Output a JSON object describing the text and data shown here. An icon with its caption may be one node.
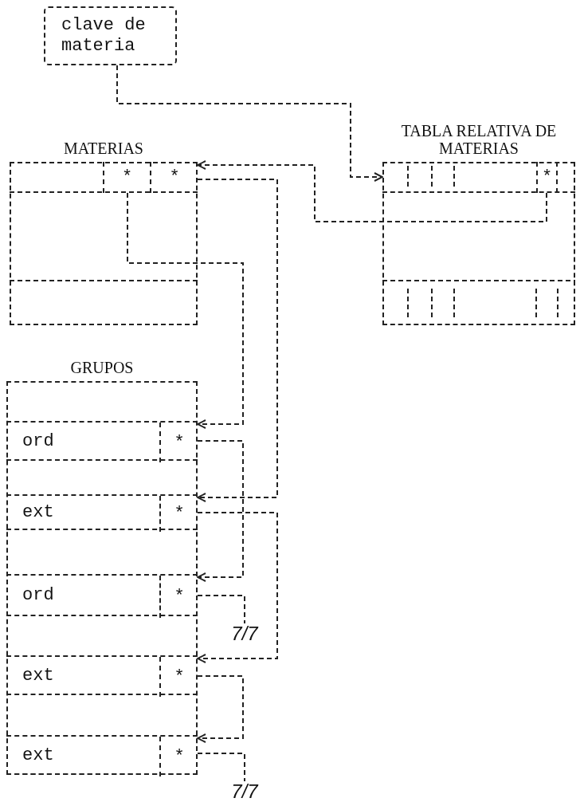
{
  "diagram": {
    "nodes": [
      {
        "text": [
          "clave de materia"
        ]
      },
      {
        "text": [
          "MATERIAS"
        ]
      },
      {
        "text": [],
        "shape": "box",
        "in": 1
      },
      {
        "text": [
          "*"
        ],
        "in": 2
      },
      {
        "text": [
          "*"
        ],
        "in": 2
      },
      {
        "text": [
          "TABLA RELATIVA DE MATERIAS"
        ]
      },
      {
        "text": [],
        "shape": "box",
        "in": 5
      },
      {
        "text": [
          "*"
        ],
        "in": 6
      },
      {
        "text": [
          "GRUPOS"
        ]
      },
      {
        "text": [
          "ord"
        ],
        "in": 8
      },
      {
        "text": [
          "*"
        ],
        "in": 9
      },
      {
        "text": [
          "ext"
        ],
        "in": 8
      },
      {
        "text": [
          "*"
        ],
        "in": 11
      },
      {
        "text": [
          "ord"
        ],
        "in": 8
      },
      {
        "text": [
          "*"
        ],
        "in": 13
      },
      {
        "text": [
          "ext"
        ],
        "in": 8
      },
      {
        "text": [
          "*"
        ],
        "in": 15
      },
      {
        "text": [
          "ext"
        ],
        "in": 8
      },
      {
        "text": [
          "*"
        ],
        "in": 17
      },
      {
        "text": [
          "7/7"
        ]
      },
      {
        "text": [
          "7/7"
        ]
      }
    ],
    "edges": [
      {
        "from": 0,
        "to": 6,
        "arrow": "to"
      },
      {
        "from": 7,
        "to": 2,
        "arrow": "to"
      },
      {
        "from": 3,
        "to": 9,
        "arrow": "to"
      },
      {
        "from": 4,
        "to": 11,
        "arrow": "to"
      },
      {
        "from": 10,
        "to": 13,
        "arrow": "to"
      },
      {
        "from": 12,
        "to": 15,
        "arrow": "to"
      },
      {
        "from": 14,
        "to": 19,
        "arrow": "none"
      },
      {
        "from": 16,
        "to": 17,
        "arrow": "to"
      },
      {
        "from": 18,
        "to": 20,
        "arrow": "none"
      }
    ]
  }
}
